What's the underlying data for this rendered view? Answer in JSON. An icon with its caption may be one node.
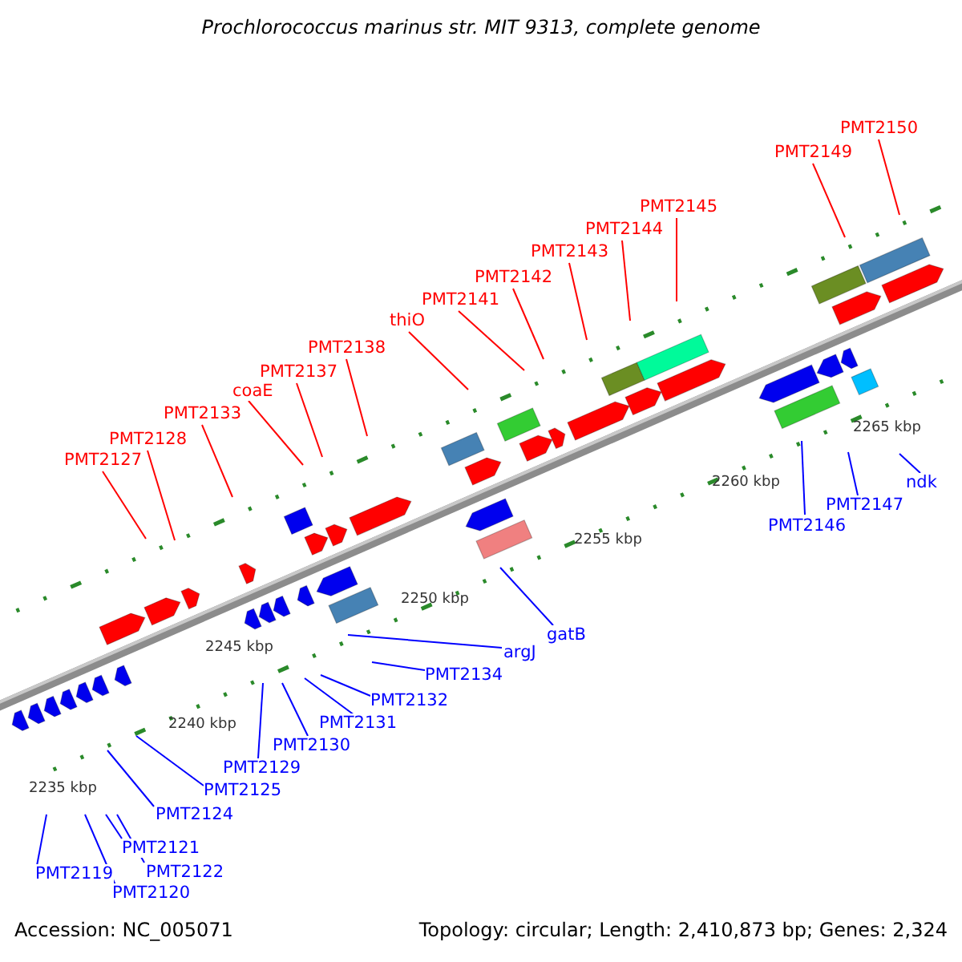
{
  "diagram": {
    "title": "Prochlorococcus marinus str. MIT 9313, complete genome",
    "nodes": [
      {
        "text": [
          "PMT2127"
        ]
      },
      {
        "text": [
          "PMT2128"
        ]
      },
      {
        "text": [
          "PMT2133"
        ]
      },
      {
        "text": [
          "coaE"
        ]
      },
      {
        "text": [
          "PMT2137"
        ]
      },
      {
        "text": [
          "PMT2138"
        ]
      },
      {
        "text": [
          "thiO"
        ]
      },
      {
        "text": [
          "PMT2141"
        ]
      },
      {
        "text": [
          "PMT2142"
        ]
      },
      {
        "text": [
          "PMT2143"
        ]
      },
      {
        "text": [
          "PMT2144"
        ]
      },
      {
        "text": [
          "PMT2145"
        ]
      },
      {
        "text": [
          "PMT2149"
        ]
      },
      {
        "text": [
          "PMT2150"
        ]
      },
      {
        "text": [
          "PMT2119"
        ]
      },
      {
        "text": [
          "PMT2120"
        ]
      },
      {
        "text": [
          "PMT2121"
        ]
      },
      {
        "text": [
          "PMT2122"
        ]
      },
      {
        "text": [
          "PMT2124"
        ]
      },
      {
        "text": [
          "PMT2125"
        ]
      },
      {
        "text": [
          "PMT2129"
        ]
      },
      {
        "text": [
          "PMT2130"
        ]
      },
      {
        "text": [
          "PMT2131"
        ]
      },
      {
        "text": [
          "PMT2132"
        ]
      },
      {
        "text": [
          "PMT2134"
        ]
      },
      {
        "text": [
          "argJ"
        ]
      },
      {
        "text": [
          "gatB"
        ]
      },
      {
        "text": [
          "PMT2146"
        ]
      },
      {
        "text": [
          "PMT2147"
        ]
      },
      {
        "text": [
          "ndk"
        ]
      }
    ],
    "edges": [
      {
        "from": 0,
        "to": null,
        "arrow": "none",
        "color": "#ff0000"
      },
      {
        "from": 1,
        "to": null,
        "arrow": "none",
        "color": "#ff0000"
      },
      {
        "from": 2,
        "to": null,
        "arrow": "none",
        "color": "#ff0000"
      },
      {
        "from": 3,
        "to": null,
        "arrow": "none",
        "color": "#ff0000"
      },
      {
        "from": 4,
        "to": null,
        "arrow": "none",
        "color": "#ff0000"
      },
      {
        "from": 5,
        "to": null,
        "arrow": "none",
        "color": "#ff0000"
      },
      {
        "from": 6,
        "to": null,
        "arrow": "none",
        "color": "#ff0000"
      },
      {
        "from": 7,
        "to": null,
        "arrow": "none",
        "color": "#ff0000"
      },
      {
        "from": 8,
        "to": null,
        "arrow": "none",
        "color": "#ff0000"
      },
      {
        "from": 9,
        "to": null,
        "arrow": "none",
        "color": "#ff0000"
      },
      {
        "from": 10,
        "to": null,
        "arrow": "none",
        "color": "#ff0000"
      },
      {
        "from": 11,
        "to": null,
        "arrow": "none",
        "color": "#ff0000"
      },
      {
        "from": 12,
        "to": null,
        "arrow": "none",
        "color": "#ff0000"
      },
      {
        "from": 13,
        "to": null,
        "arrow": "none",
        "color": "#ff0000"
      },
      {
        "from": 14,
        "to": null,
        "arrow": "none"
      },
      {
        "from": 15,
        "to": null,
        "arrow": "none"
      },
      {
        "from": 16,
        "to": null,
        "arrow": "none"
      },
      {
        "from": 17,
        "to": null,
        "arrow": "none"
      },
      {
        "from": 18,
        "to": null,
        "arrow": "none"
      },
      {
        "from": 19,
        "to": null,
        "arrow": "none"
      },
      {
        "from": 20,
        "to": null,
        "arrow": "none"
      },
      {
        "from": 21,
        "to": null,
        "arrow": "none"
      },
      {
        "from": 22,
        "to": null,
        "arrow": "none"
      },
      {
        "from": 23,
        "to": null,
        "arrow": "none"
      },
      {
        "from": 24,
        "to": null,
        "arrow": "none"
      },
      {
        "from": 25,
        "to": null,
        "arrow": "none"
      },
      {
        "from": 26,
        "to": null,
        "arrow": "none"
      },
      {
        "from": 27,
        "to": null,
        "arrow": "none"
      },
      {
        "from": 28,
        "to": null,
        "arrow": "none"
      },
      {
        "from": 29,
        "to": null,
        "arrow": "none"
      }
    ],
    "labels": [
      "2235 kbp",
      "2240 kbp",
      "2245 kbp",
      "2250 kbp",
      "2255 kbp",
      "2260 kbp",
      "2265 kbp",
      "Accession: NC_005071",
      "Topology: circular; Length: 2,410,873 bp; Genes: 2,324"
    ]
  }
}
